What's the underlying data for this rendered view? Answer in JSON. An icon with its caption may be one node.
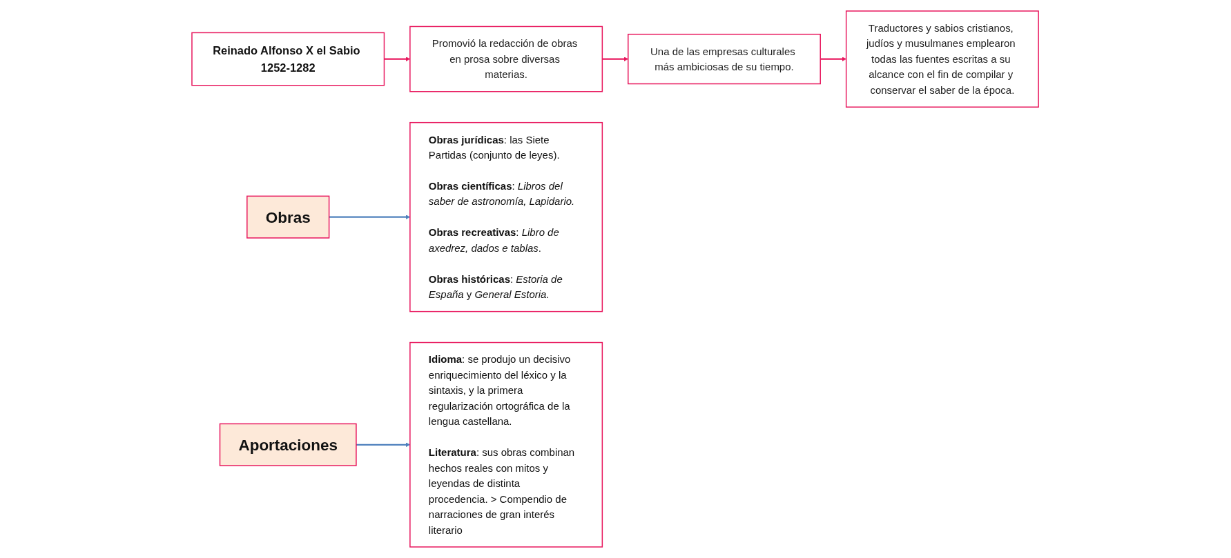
{
  "diagram": {
    "nodes": [
      {
        "text": [
          "Reinado Alfonso X el Sabio 1252-1282"
        ]
      },
      {
        "text": [
          "Promovió la redacción de obras en prosa sobre diversas materias."
        ]
      },
      {
        "text": [
          "Una de las empresas culturales más ambiciosas de su tiempo."
        ]
      },
      {
        "text": [
          "Traductores y sabios cristianos, judíos y musulmanes emplearon todas las fuentes escritas a su alcance con el fin de compilar y conservar el saber de la época."
        ]
      },
      {
        "text": [
          "Obras"
        ]
      },
      {
        "text": [
          "**Obras jurídicas**: las Siete Partidas (conjunto de leyes).",
          "**Obras científicas**: *Libros del saber de astronomía, Lapidario.*",
          "**Obras recreativas**: *Libro de axedrez, dados e tablas*.",
          "**Obras históricas**: *Estoria de España* y *General Estoria.*"
        ]
      },
      {
        "text": [
          "Aportaciones"
        ]
      },
      {
        "text": [
          "**Idioma**: se produjo un decisivo enriquecimiento del léxico y la sintaxis, y la primera regularización ortográfica de la lengua castellana.",
          "**Literatura**: sus obras combinan hechos reales con mitos y leyendas de distinta procedencia. > Compendio de narraciones de gran interés literario"
        ]
      }
    ],
    "edges": [
      {
        "from": 0,
        "to": 1,
        "arrow": "to"
      },
      {
        "from": 1,
        "to": 2,
        "arrow": "to"
      },
      {
        "from": 2,
        "to": 3,
        "arrow": "to"
      },
      {
        "from": 4,
        "to": 5,
        "arrow": "to",
        "color": "#4f81bd"
      },
      {
        "from": 6,
        "to": 7,
        "arrow": "to",
        "color": "#4f81bd"
      }
    ]
  }
}
